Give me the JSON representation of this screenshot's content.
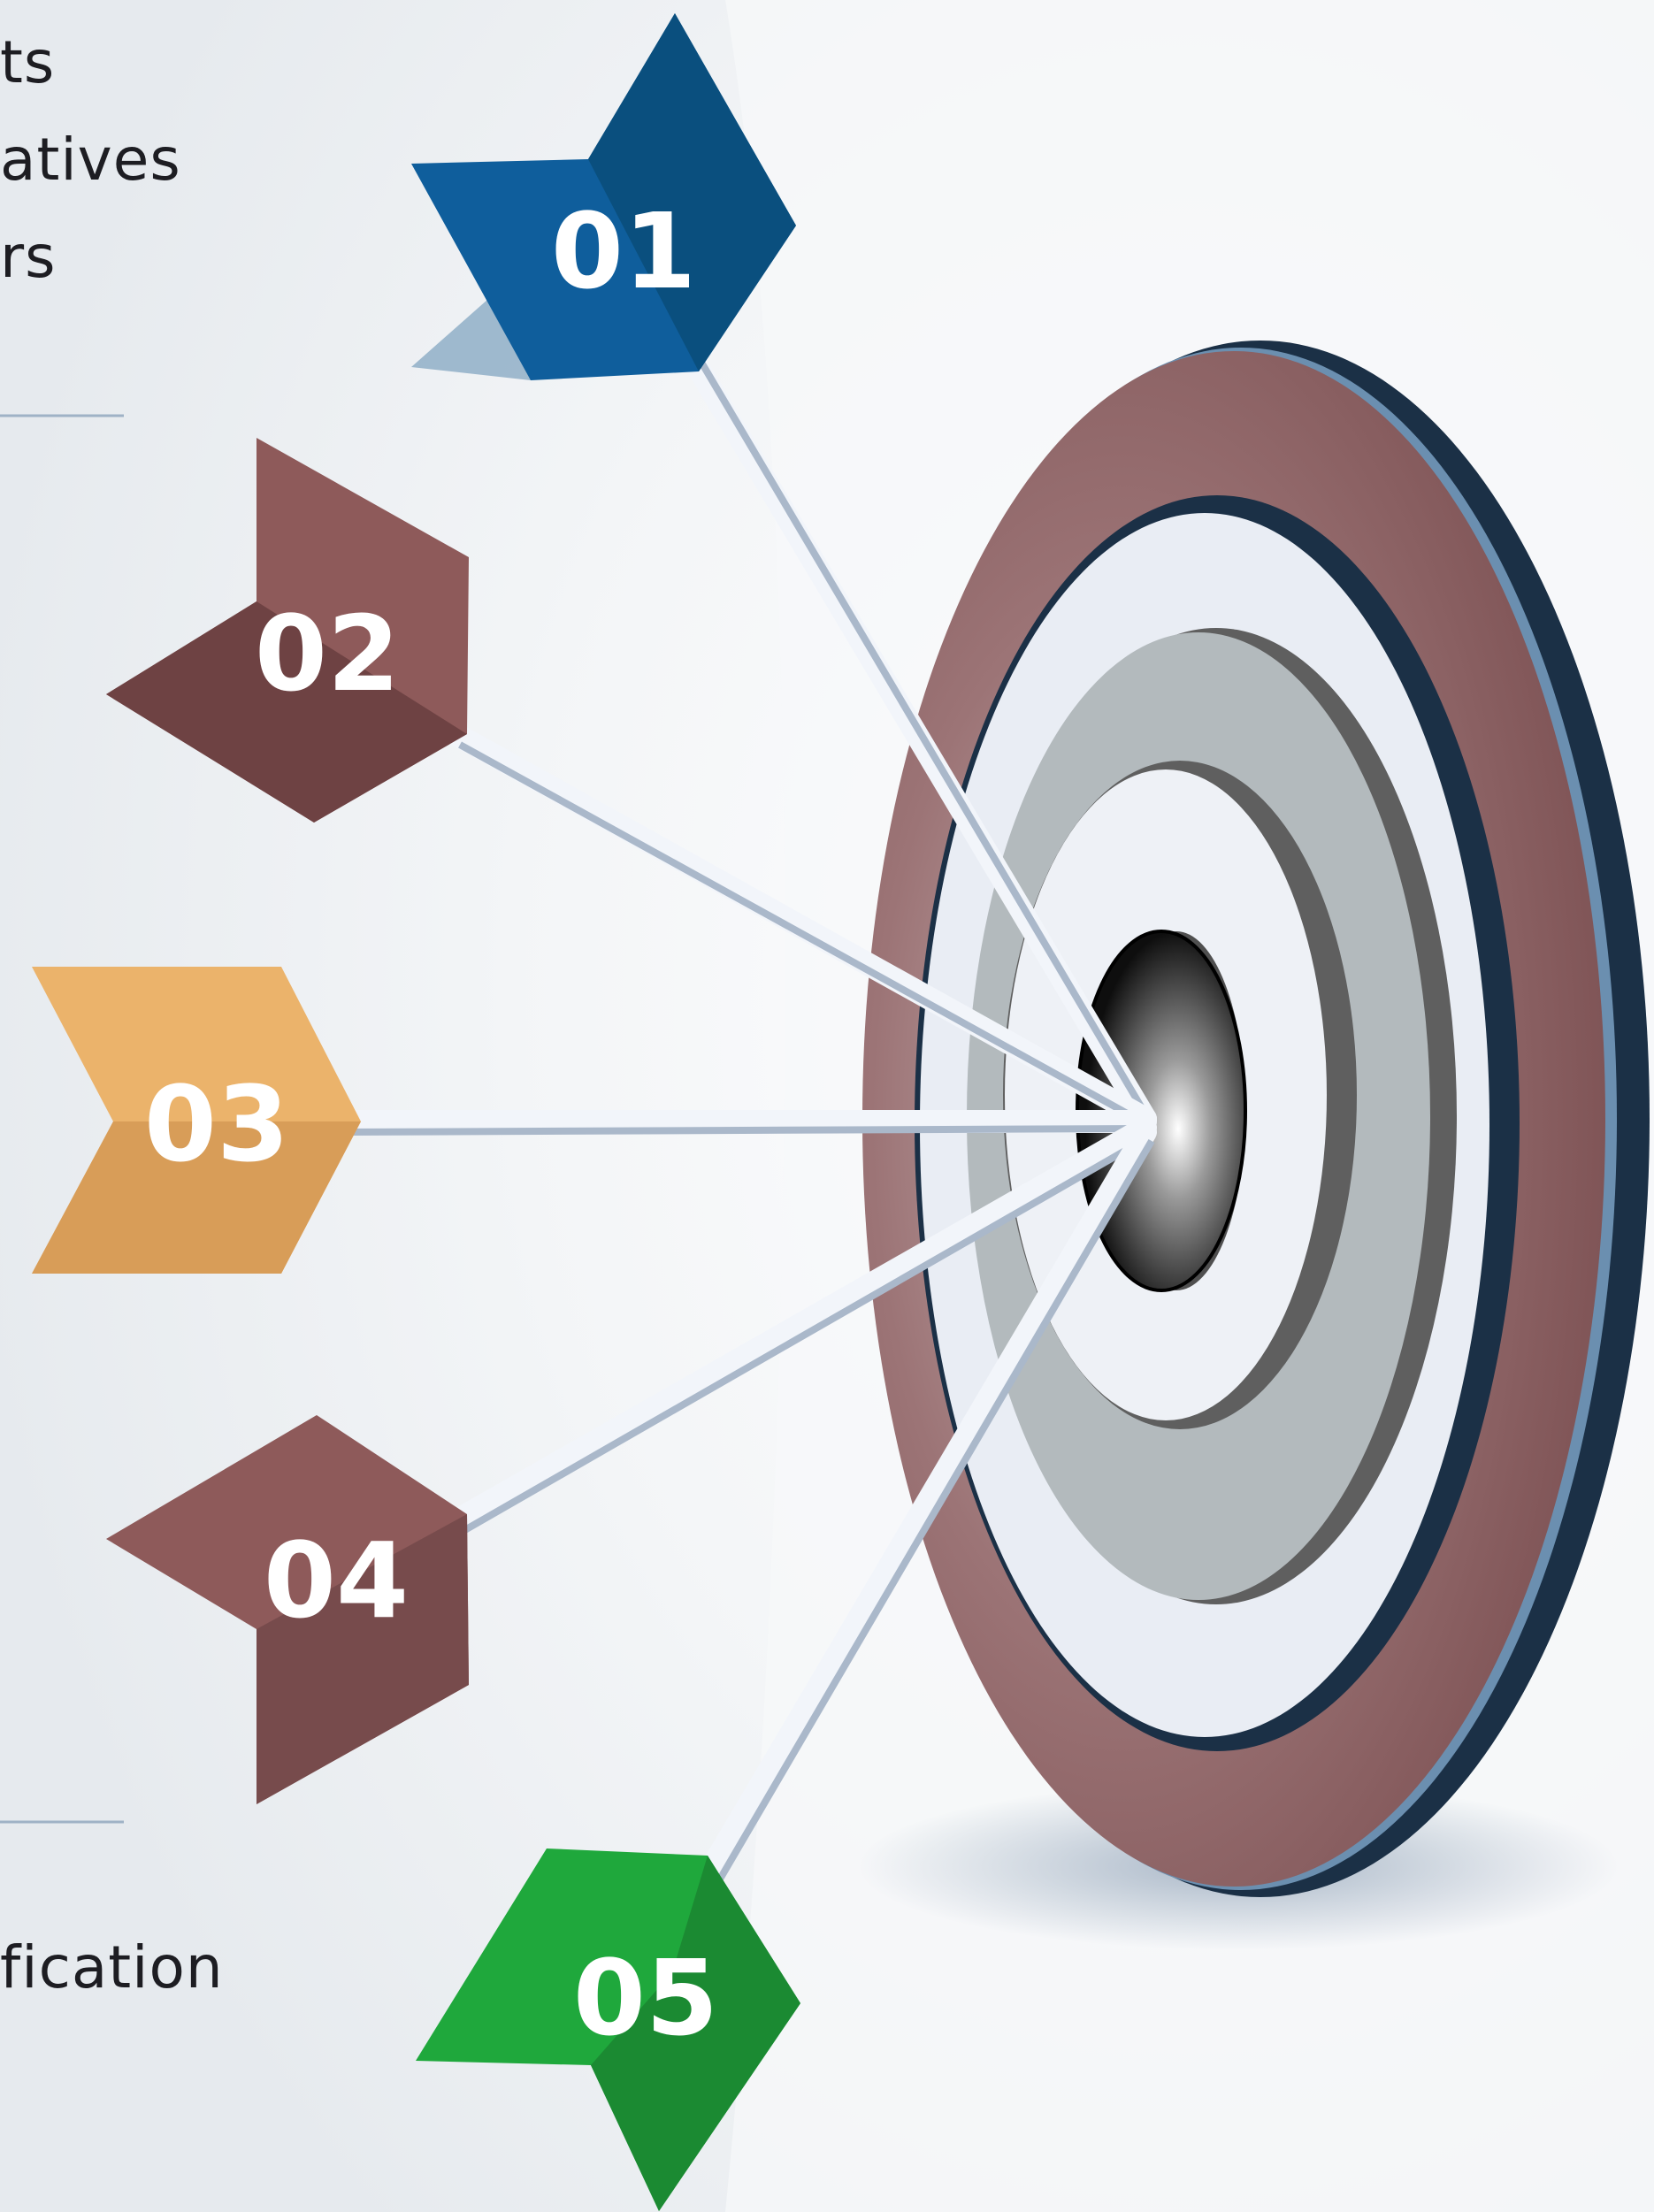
{
  "left_text": {
    "top_fragments": [
      "ts",
      "atives",
      "rs"
    ],
    "bottom_fragment": "fication"
  },
  "badges": [
    {
      "label": "01",
      "color": "#0f5e9c"
    },
    {
      "label": "02",
      "color": "#7e4f50"
    },
    {
      "label": "03",
      "color": "#e6a860"
    },
    {
      "label": "04",
      "color": "#7e4f50"
    },
    {
      "label": "05",
      "color": "#1e9a3a"
    }
  ],
  "target": {
    "outer_ring_color": "#7a4b4d",
    "rim_color": "#1b3046",
    "inner_ring_color": "#b3babd",
    "bullseye_color": "#111111"
  }
}
